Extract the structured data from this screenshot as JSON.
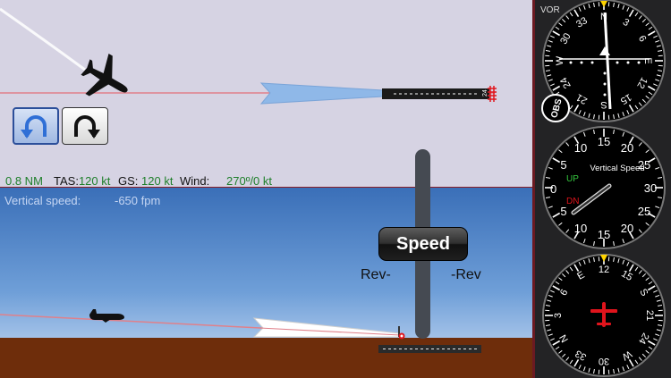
{
  "top_view": {
    "turn_left_icon": "arc-arrow-left-icon",
    "turn_right_icon": "arc-arrow-right-icon",
    "runway_number": "24"
  },
  "info": {
    "distance": "0.8 NM",
    "tas_label": "TAS:",
    "tas_value": "120 kt",
    "gs_label": "GS:",
    "gs_value": "120 kt",
    "wind_label": "Wind:",
    "wind_value": "270º/0 kt"
  },
  "side_view": {
    "vs_label": "Vertical speed:",
    "vs_value": "-650 fpm"
  },
  "speed_control": {
    "label": "Speed",
    "rev_left": "Rev-",
    "rev_right": "-Rev"
  },
  "vor": {
    "title": "VOR",
    "obs_button": "OBS",
    "compass_labels": [
      "N",
      "3",
      "6",
      "E",
      "12",
      "15",
      "S",
      "21",
      "24",
      "W",
      "30",
      "33"
    ],
    "to_from_flag": "TO"
  },
  "vsi": {
    "title": "Vertical Speed",
    "up_label": "UP",
    "dn_label": "DN",
    "upper_scale": [
      "5",
      "10",
      "15",
      "20",
      "25",
      "30"
    ],
    "lower_scale": [
      "5",
      "10",
      "15",
      "20",
      "25"
    ],
    "zero_label": "0",
    "needle_value_fpm": -650
  },
  "heading": {
    "compass_labels": [
      "N",
      "3",
      "6",
      "E",
      "12",
      "15",
      "S",
      "21",
      "24",
      "W",
      "30",
      "33"
    ],
    "heading_deg": 120,
    "colors": {
      "airplane": "#e0141c",
      "bug": "#ffd400"
    }
  },
  "colors": {
    "course_line": "#e0808a",
    "value_green": "#1e7f2a",
    "panel_border": "#8a1e26"
  }
}
